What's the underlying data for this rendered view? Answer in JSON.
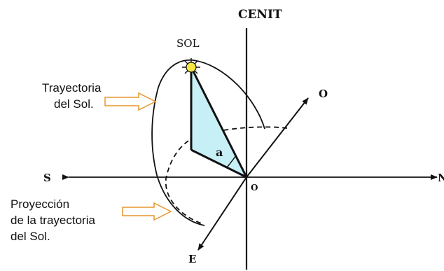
{
  "labels": {
    "zenith": "CENIT",
    "sun": "SOL",
    "west": "O",
    "south": "S",
    "north": "N",
    "east": "E",
    "origin": "O",
    "angle": "a"
  },
  "annotations": {
    "trajectory_line1": "Trayectoria",
    "trajectory_line2": "del Sol.",
    "projection_line1": "Proyección",
    "projection_line2": "de la trayectoria",
    "projection_line3": "del Sol."
  },
  "colors": {
    "triangle_fill": "#c7f0f6",
    "sun_fill": "#f7e642",
    "arrow_stroke": "#e8962e",
    "line": "#111111"
  },
  "icons": {
    "sun": "sun-icon",
    "callout_arrow": "hollow-arrow-icon"
  }
}
